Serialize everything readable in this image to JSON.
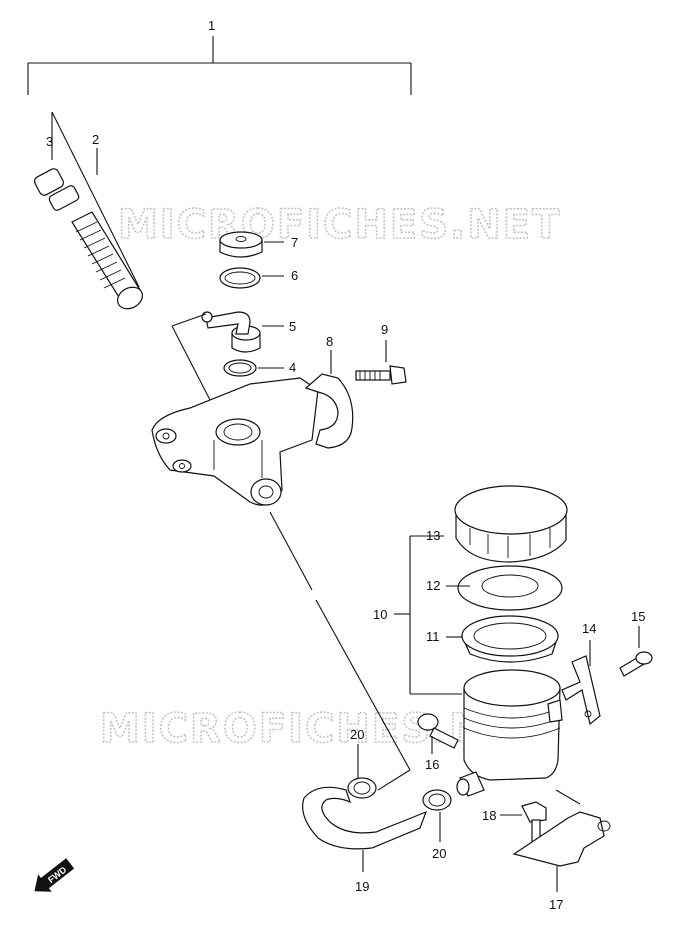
{
  "watermark": "MICROFICHES.NET",
  "fwd_label": "FWD",
  "callouts": [
    "1",
    "2",
    "3",
    "4",
    "5",
    "6",
    "7",
    "8",
    "9",
    "10",
    "11",
    "12",
    "13",
    "14",
    "15",
    "16",
    "17",
    "18",
    "19",
    "20",
    "20"
  ]
}
